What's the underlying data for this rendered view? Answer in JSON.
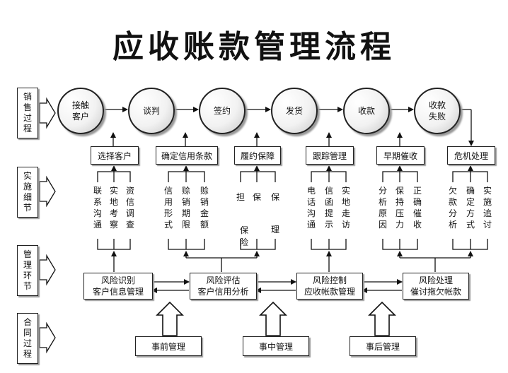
{
  "title": "应收账款管理流程",
  "row_labels": {
    "sales": "销售过程",
    "implementation": "实施细节",
    "management": "管理环节",
    "contract": "合同过程"
  },
  "stages": [
    {
      "line1": "接触",
      "line2": "客户"
    },
    {
      "line1": "谈判",
      "line2": ""
    },
    {
      "line1": "签约",
      "line2": ""
    },
    {
      "line1": "发货",
      "line2": ""
    },
    {
      "line1": "收款",
      "line2": ""
    },
    {
      "line1": "收款",
      "line2": "失败"
    }
  ],
  "actions": [
    "选择客户",
    "确定信用条款",
    "履约保障",
    "跟踪管理",
    "早期催收",
    "危机处理"
  ],
  "details": [
    [
      "联系沟通",
      "实地考察",
      "资信调查"
    ],
    [
      "信用形式",
      "赊销期限",
      "赊销金额"
    ],
    [
      "担",
      "保",
      "保",
      "保险",
      "理"
    ],
    [
      "电话沟通",
      "信函提示",
      "实地走访"
    ],
    [
      "分析原因",
      "保持压力",
      "正确催收"
    ],
    [
      "欠款分析",
      "确定方式",
      "实施追讨"
    ]
  ],
  "management": [
    {
      "line1": "风险识别",
      "line2": "客户信息管理"
    },
    {
      "line1": "风险评估",
      "line2": "客户信用分析"
    },
    {
      "line1": "风险控制",
      "line2": "应收帐款管理"
    },
    {
      "line1": "风险处理",
      "line2": "催讨拖欠帐款"
    }
  ],
  "contract": [
    "事前管理",
    "事中管理",
    "事后管理"
  ]
}
